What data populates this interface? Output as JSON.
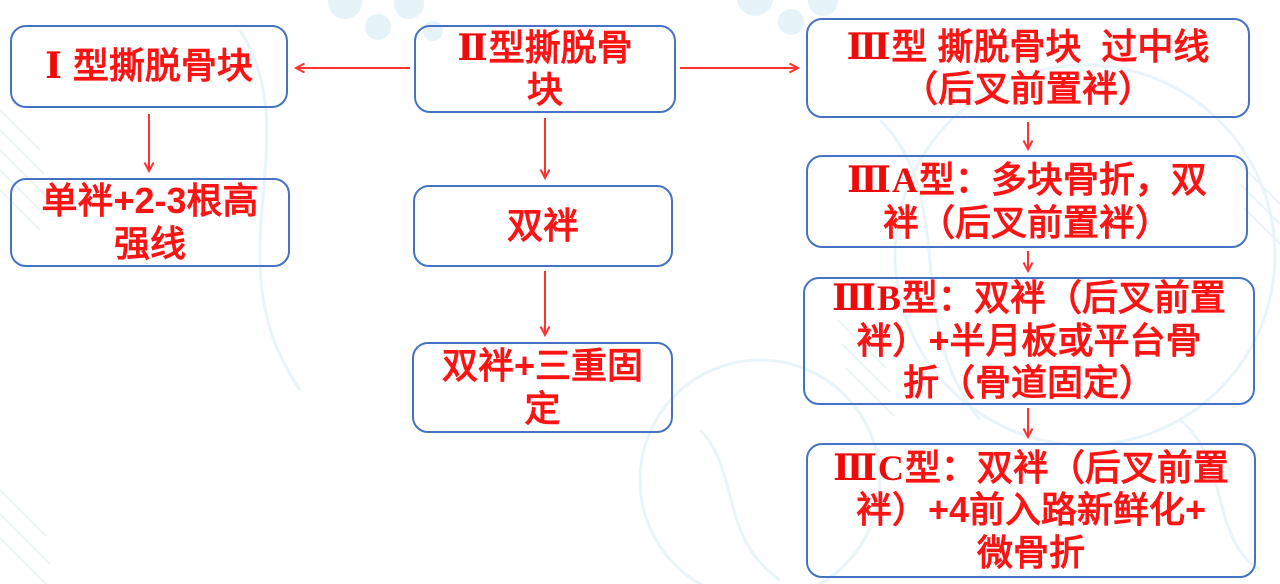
{
  "diagram": {
    "title_hint": "PCL avulsion fracture classification and fixation flowchart",
    "colors": {
      "text_red": "#fb1414",
      "numeral_red": "#ef0a0a",
      "border_blue": "#4472c4",
      "arrow_red": "#ff3232",
      "watermark_blue": "#deeff6",
      "background": "#ffffff"
    },
    "nodes": {
      "type1": {
        "prefix": "Ⅰ ",
        "label": "型撕脱骨块"
      },
      "type1_fixation": {
        "prefix": "",
        "label": "单袢+2-3根高\n强线"
      },
      "type2": {
        "prefix": "Ⅱ",
        "label": "型撕脱骨\n块"
      },
      "type2_fixation1": {
        "prefix": "",
        "label": "双袢"
      },
      "type2_fixation2": {
        "prefix": "",
        "label": "双袢+三重固\n定"
      },
      "type3": {
        "prefix": "Ⅲ",
        "label": "型 撕脱骨块  过中线\n（后叉前置袢）"
      },
      "type3a": {
        "prefix": "ⅢA",
        "label": "型：多块骨折，双\n袢（后叉前置袢）"
      },
      "type3b": {
        "prefix": "ⅢB",
        "label": "型：双袢（后叉前置\n袢）+半月板或平台骨\n折（骨道固定）"
      },
      "type3c": {
        "prefix": "ⅢC",
        "label": "型：双袢（后叉前置\n袢）+4前入路新鲜化+\n微骨折"
      }
    }
  }
}
